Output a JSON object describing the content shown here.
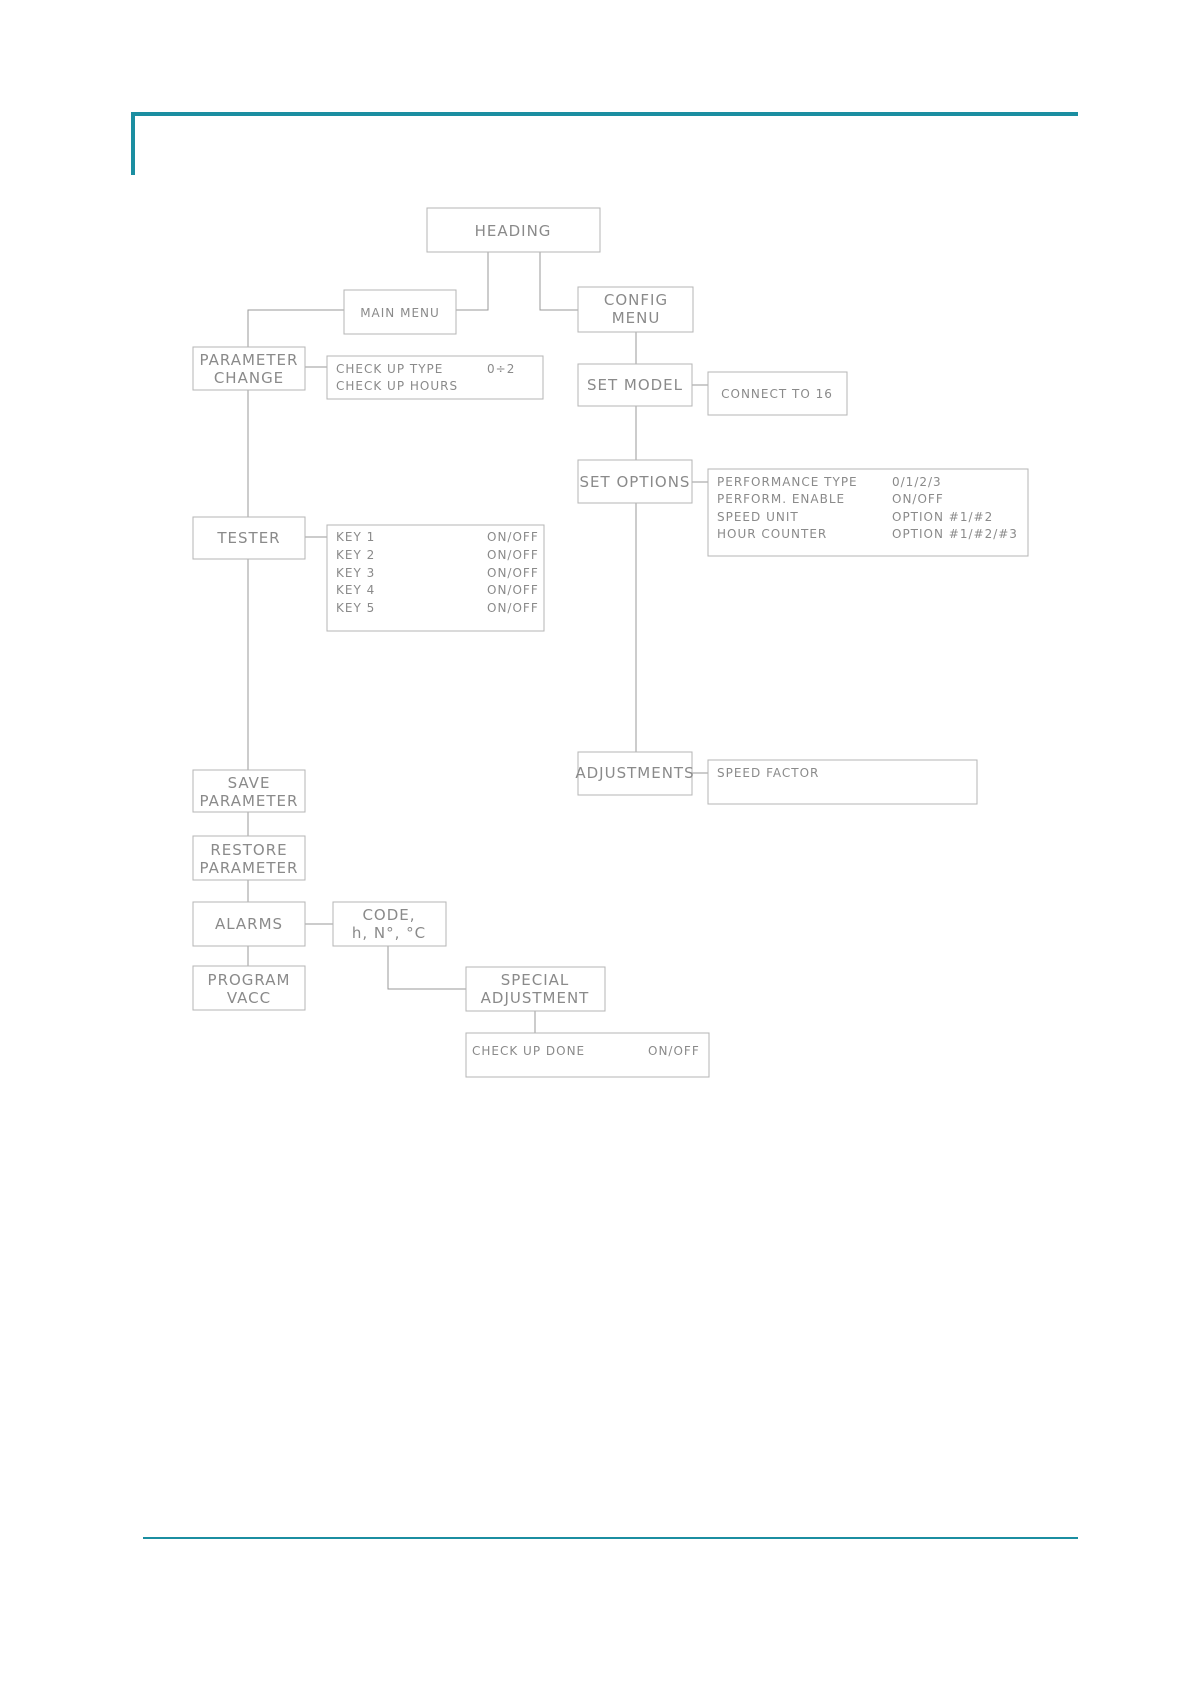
{
  "nodes": {
    "heading": "HEADING",
    "main_menu": "MAIN MENU",
    "config_menu": [
      "CONFIG",
      "MENU"
    ],
    "parameter_change": [
      "PARAMETER",
      "CHANGE"
    ],
    "tester": "TESTER",
    "save_parameter": [
      "SAVE",
      "PARAMETER"
    ],
    "restore_parameter": [
      "RESTORE",
      "PARAMETER"
    ],
    "alarms": "ALARMS",
    "program_vacc": [
      "PROGRAM",
      "VACC"
    ],
    "code": [
      "CODE,",
      "h, N°, °C"
    ],
    "special_adjustment": [
      "SPECIAL",
      "ADJUSTMENT"
    ],
    "set_model": "SET MODEL",
    "set_options": "SET OPTIONS",
    "adjustments": "ADJUSTMENTS"
  },
  "details": {
    "check_up": [
      {
        "label": "CHECK UP TYPE",
        "value": "0÷2"
      },
      {
        "label": "CHECK UP HOURS",
        "value": ""
      }
    ],
    "keys": [
      {
        "label": "KEY 1",
        "value": "ON/OFF"
      },
      {
        "label": "KEY 2",
        "value": "ON/OFF"
      },
      {
        "label": "KEY 3",
        "value": "ON/OFF"
      },
      {
        "label": "KEY 4",
        "value": "ON/OFF"
      },
      {
        "label": "KEY 5",
        "value": "ON/OFF"
      }
    ],
    "connect": "CONNECT TO 16",
    "options": [
      {
        "label": "PERFORMANCE TYPE",
        "value": "0/1/2/3"
      },
      {
        "label": "PERFORM. ENABLE",
        "value": "ON/OFF"
      },
      {
        "label": "SPEED UNIT",
        "value": "OPTION #1/#2"
      },
      {
        "label": "HOUR COUNTER",
        "value": "OPTION #1/#2/#3"
      }
    ],
    "speed_factor": "SPEED FACTOR",
    "check_up_done": {
      "label": "CHECK UP DONE",
      "value": "ON/OFF"
    }
  }
}
